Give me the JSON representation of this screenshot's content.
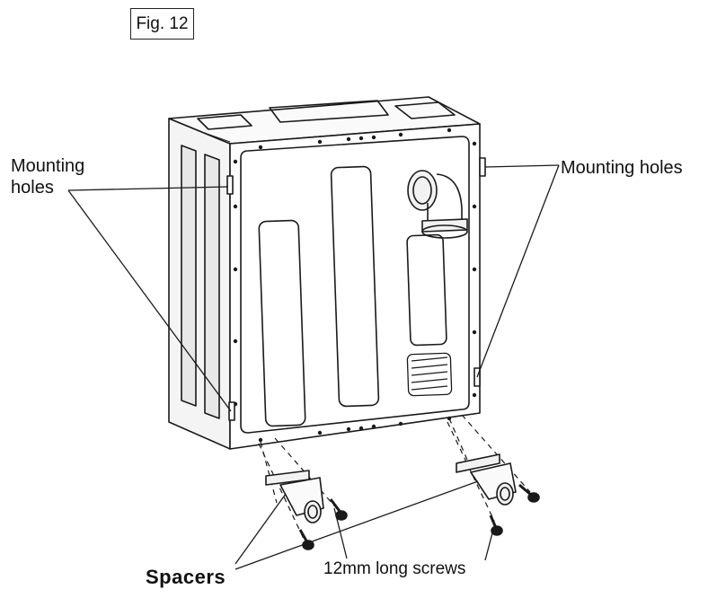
{
  "figure": {
    "label": "Fig. 12"
  },
  "callouts": {
    "mounting_holes_left_line1": "Mounting",
    "mounting_holes_left_line2": "holes",
    "mounting_holes_right": "Mounting holes",
    "spacers": "Spacers",
    "screws": "12mm long screws"
  },
  "colors": {
    "line": "#1a1a1a",
    "background": "#ffffff",
    "shade": "#e8e8e8"
  }
}
